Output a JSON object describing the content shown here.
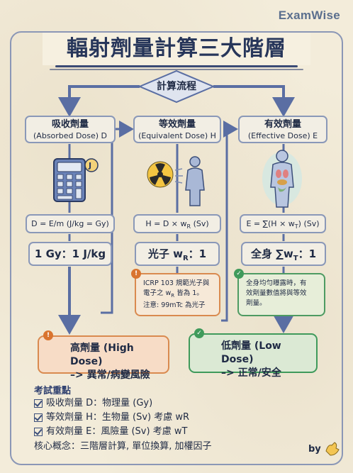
{
  "brand": "ExamWise",
  "title": "輻射劑量計算三大階層",
  "flow_label": "計算流程",
  "columns": [
    {
      "name": "吸收劑量",
      "en": "(Absorbed Dose) D",
      "formula": "D = E/m (J/kg = Gy)",
      "unit": "1 Gy：1 J/kg",
      "icon": "calculator-icon"
    },
    {
      "name": "等效劑量",
      "en": "(Equivalent Dose) H",
      "formula_pre": "H = D × w",
      "formula_sub": "R",
      "formula_post": " (Sv)",
      "unit_pre": "光子 w",
      "unit_sub": "R",
      "unit_post": "：1",
      "icon": "radiation-person-icon"
    },
    {
      "name": "有效劑量",
      "en": "(Effective Dose) E",
      "formula_pre": "E = ∑(H × w",
      "formula_sub": "T",
      "formula_post": ") (Sv)",
      "unit_pre": "全身 ∑w",
      "unit_sub": "T",
      "unit_post": "：1",
      "icon": "body-organs-icon"
    }
  ],
  "note_equivalent": {
    "line1": "ICRP 103 規範光子與",
    "line2_pre": "電子之 w",
    "line2_sub": "R",
    "line2_post": " 皆為 1。",
    "line3": "注意: 99mTc 為光子"
  },
  "note_effective": {
    "line1": "全身均勻曝露時，有",
    "line2": "效劑量數值將與等效",
    "line3": "劑量。"
  },
  "results": {
    "high": {
      "line1": "高劑量 (High Dose)",
      "line2": "–> 異常/病變風險"
    },
    "low": {
      "line1": "低劑量 (Low Dose)",
      "line2": "–> 正常/安全"
    }
  },
  "summary": {
    "heading": "考試重點",
    "items": [
      "吸收劑量 D：物理量 (Gy)",
      "等效劑量 H：生物量 (Sv) 考慮 wR",
      "有效劑量 E：風險量 (Sv) 考慮 wT"
    ],
    "core": "核心概念：三階層計算, 單位換算, 加權因子"
  },
  "byline": "by",
  "colors": {
    "frame": "#8b97b6",
    "title": "#27365a",
    "arrow": "#5a6ea3",
    "high": "#d98a4f",
    "low": "#3f9a5b"
  }
}
